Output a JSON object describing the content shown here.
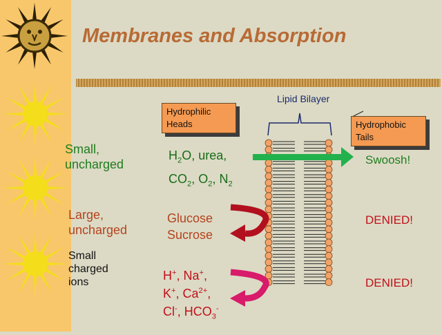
{
  "slide": {
    "title": "Membranes and Absorption",
    "bilayer_label": "Lipid Bilayer",
    "box_heads": {
      "line1": "Hydrophilic",
      "line2": "Heads"
    },
    "box_tails": {
      "line1": "Hydrophobic",
      "line2": "Tails"
    },
    "rows": [
      {
        "category": {
          "line1": "Small,",
          "line2": "uncharged"
        },
        "molecules_line1": {
          "a": "H",
          "sub": "2",
          "b": "O, urea,"
        },
        "molecules_line2": {
          "a": "CO",
          "sub1": "2",
          "b": ", O",
          "sub2": "2",
          "c": ", N",
          "sub3": "2"
        },
        "result": "Swoosh!"
      },
      {
        "category": {
          "line1": "Large,",
          "line2": "uncharged"
        },
        "molecules": [
          "Glucose",
          "Sucrose"
        ],
        "result": "DENIED!"
      },
      {
        "category": {
          "line1": "Small",
          "line2": "charged",
          "line3": "ions"
        },
        "ions_line1": {
          "a": "H",
          "sup1": "+",
          "b": ", Na",
          "sup2": "+",
          "c": ","
        },
        "ions_line2": {
          "a": "K",
          "sup1": "+",
          "b": ", Ca",
          "sup2": "2+",
          "c": ","
        },
        "ions_line3": {
          "a": "Cl",
          "sup1": "-",
          "b": ", HCO",
          "sub": "3",
          "sup2": "-"
        },
        "result": "DENIED!"
      }
    ]
  },
  "colors": {
    "background": "#dcdac5",
    "sidebar": "#f8c76b",
    "title": "#b86a35",
    "arrow_green": "#22b14c",
    "arrow_red": "#b2101e",
    "arrow_magenta": "#d81b6a",
    "label_box": "#f59a52",
    "lipid_head": "#f3a268"
  },
  "icons": [
    "sun-face-icon",
    "sun-icon"
  ]
}
